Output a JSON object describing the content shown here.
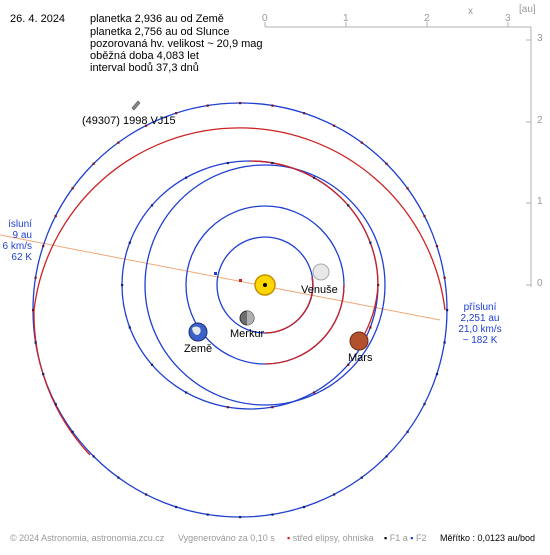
{
  "header": {
    "date": "26. 4. 2024",
    "info": [
      "planetka 2,936 au od Země",
      "planetka 2,756 au od Slunce",
      "pozorovaná hv. velikost ~ 20,9 mag",
      "oběžná doba 4,083 let",
      "interval bodů 37,3 dnů"
    ]
  },
  "asteroid": {
    "name": "(49307) 1998 VJ15"
  },
  "axes": {
    "x_label": "x",
    "unit_label": "[au]",
    "x_ticks": [
      "0",
      "1",
      "2",
      "3"
    ],
    "y_ticks": [
      "3",
      "2",
      "1",
      "0"
    ]
  },
  "perihelion_right": {
    "label": "přísluní",
    "distance": "2,251 au",
    "speed": "21,0 km/s",
    "temp": "~ 182 K"
  },
  "perihelion_left": {
    "label": "ísluní",
    "distance": "9 au",
    "speed": "6 km/s",
    "temp": "62 K"
  },
  "planets": {
    "venus": "Venuše",
    "mercury": "Merkur",
    "earth": "Země",
    "mars": "Mars"
  },
  "footer": {
    "copyright": "© 2024 Astronomia, astronomia.zcu.cz",
    "generated": "Vygenerováno za 0,10 s",
    "center_legend": "střed elipsy, ohniska",
    "f1": "F1",
    "a": "a",
    "f2": "F2",
    "scale_label": "Měřítko : 0,0123 au/bod"
  },
  "colors": {
    "asteroid_orbit": "#cc2222",
    "planet_orbit_blue": "#1f3fd0",
    "planet_orbit_red": "#cc2222",
    "perihelion_line": "#f0a878",
    "sun": "#ffd700",
    "axis": "#b0b0b0"
  }
}
